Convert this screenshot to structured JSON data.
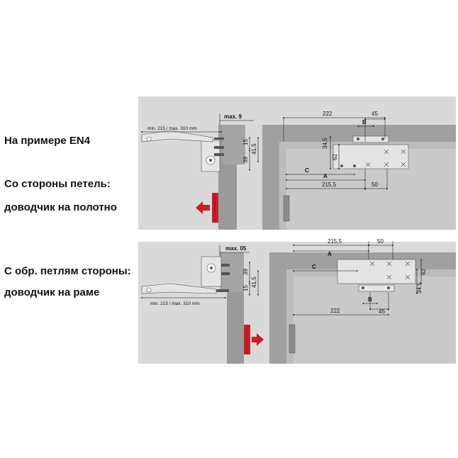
{
  "captions": {
    "example": "На примере EN4",
    "hinge_side": "Со стороны петель:",
    "hinge_side_mount": "доводчик на полотно",
    "opposite_side": "С обр. петлям стороны:",
    "opposite_side_mount": " доводчик на раме"
  },
  "top_side": {
    "max_label": "max. 9",
    "arm_range": "min. 215 / max. 310 mm",
    "v15": "15",
    "v41_5": "41,5",
    "v39": "39"
  },
  "top_front": {
    "d222": "222",
    "d45": "45",
    "dB": "B",
    "d34_5": "34,5",
    "d62": "62",
    "dC": "C",
    "dA": "A",
    "d215_5": "215,5",
    "d50": "50"
  },
  "bottom_side": {
    "max_label": "max. 05",
    "arm_range": "min. 215 / max. 310 mm",
    "v39": "39",
    "v15": "15",
    "v41_5": "41,5"
  },
  "bottom_front": {
    "d215_5": "215,5",
    "d50": "50",
    "dA": "A",
    "dC": "C",
    "d62": "62",
    "d34_5": "34,5",
    "dB": "B",
    "d45": "45",
    "d222": "222"
  },
  "colors": {
    "panel_bg": "#d9d9d9",
    "frame_gray": "#9a9a9a",
    "door_red": "#c81e28",
    "closer_body": "#e4e4e4"
  }
}
